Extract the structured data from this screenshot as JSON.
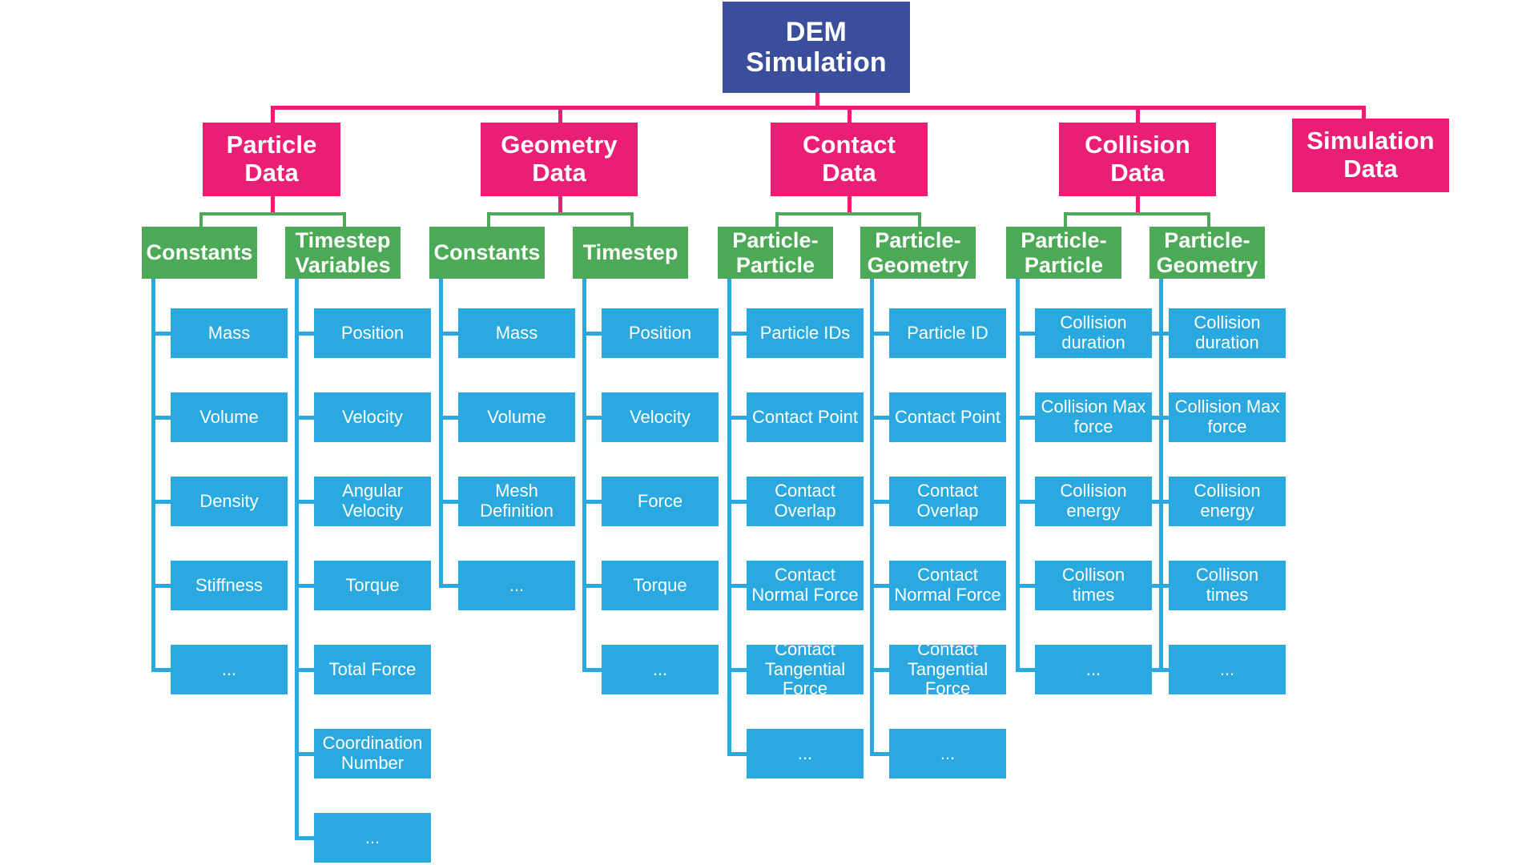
{
  "diagram": {
    "title": "DEM Simulation data hierarchy",
    "type": "tree",
    "colors": {
      "root": "#3B4E9B",
      "level1": "#E91E74",
      "level2": "#4CAA57",
      "leaf": "#29A9E0",
      "background": "#FFFFFF"
    },
    "root": {
      "label": "DEM\nSimulation"
    },
    "level1": [
      {
        "id": "particle-data",
        "label": "Particle\nData"
      },
      {
        "id": "geometry-data",
        "label": "Geometry\nData"
      },
      {
        "id": "contact-data",
        "label": "Contact\nData"
      },
      {
        "id": "collision-data",
        "label": "Collision\nData"
      },
      {
        "id": "simulation-data",
        "label": "Simulation\nData"
      }
    ],
    "level2": [
      {
        "id": "particle-constants",
        "parent": "particle-data",
        "label": "Constants"
      },
      {
        "id": "particle-timestep-variables",
        "parent": "particle-data",
        "label": "Timestep\nVariables"
      },
      {
        "id": "geometry-constants",
        "parent": "geometry-data",
        "label": "Constants"
      },
      {
        "id": "geometry-timestep",
        "parent": "geometry-data",
        "label": "Timestep"
      },
      {
        "id": "contact-particle-particle",
        "parent": "contact-data",
        "label": "Particle-\nParticle"
      },
      {
        "id": "contact-particle-geometry",
        "parent": "contact-data",
        "label": "Particle-\nGeometry"
      },
      {
        "id": "collision-particle-particle",
        "parent": "collision-data",
        "label": "Particle-\nParticle"
      },
      {
        "id": "collision-particle-geometry",
        "parent": "collision-data",
        "label": "Particle-\nGeometry"
      }
    ],
    "leaves": {
      "particle-constants": [
        "Mass",
        "Volume",
        "Density",
        "Stiffness",
        "..."
      ],
      "particle-timestep-variables": [
        "Position",
        "Velocity",
        "Angular\nVelocity",
        "Torque",
        "Total Force",
        "Coordination\nNumber",
        "..."
      ],
      "geometry-constants": [
        "Mass",
        "Volume",
        "Mesh\nDefinition",
        "..."
      ],
      "geometry-timestep": [
        "Position",
        "Velocity",
        "Force",
        "Torque",
        "..."
      ],
      "contact-particle-particle": [
        "Particle IDs",
        "Contact Point",
        "Contact\nOverlap",
        "Contact\nNormal Force",
        "Contact\nTangential\nForce",
        "..."
      ],
      "contact-particle-geometry": [
        "Particle ID",
        "Contact Point",
        "Contact\nOverlap",
        "Contact\nNormal Force",
        "Contact\nTangential\nForce",
        "..."
      ],
      "collision-particle-particle": [
        "Collision\nduration",
        "Collision Max\nforce",
        "Collision\nenergy",
        "Collison\ntimes",
        "..."
      ],
      "collision-particle-geometry": [
        "Collision\nduration",
        "Collision Max\nforce",
        "Collision\nenergy",
        "Collison\ntimes",
        "..."
      ]
    }
  }
}
